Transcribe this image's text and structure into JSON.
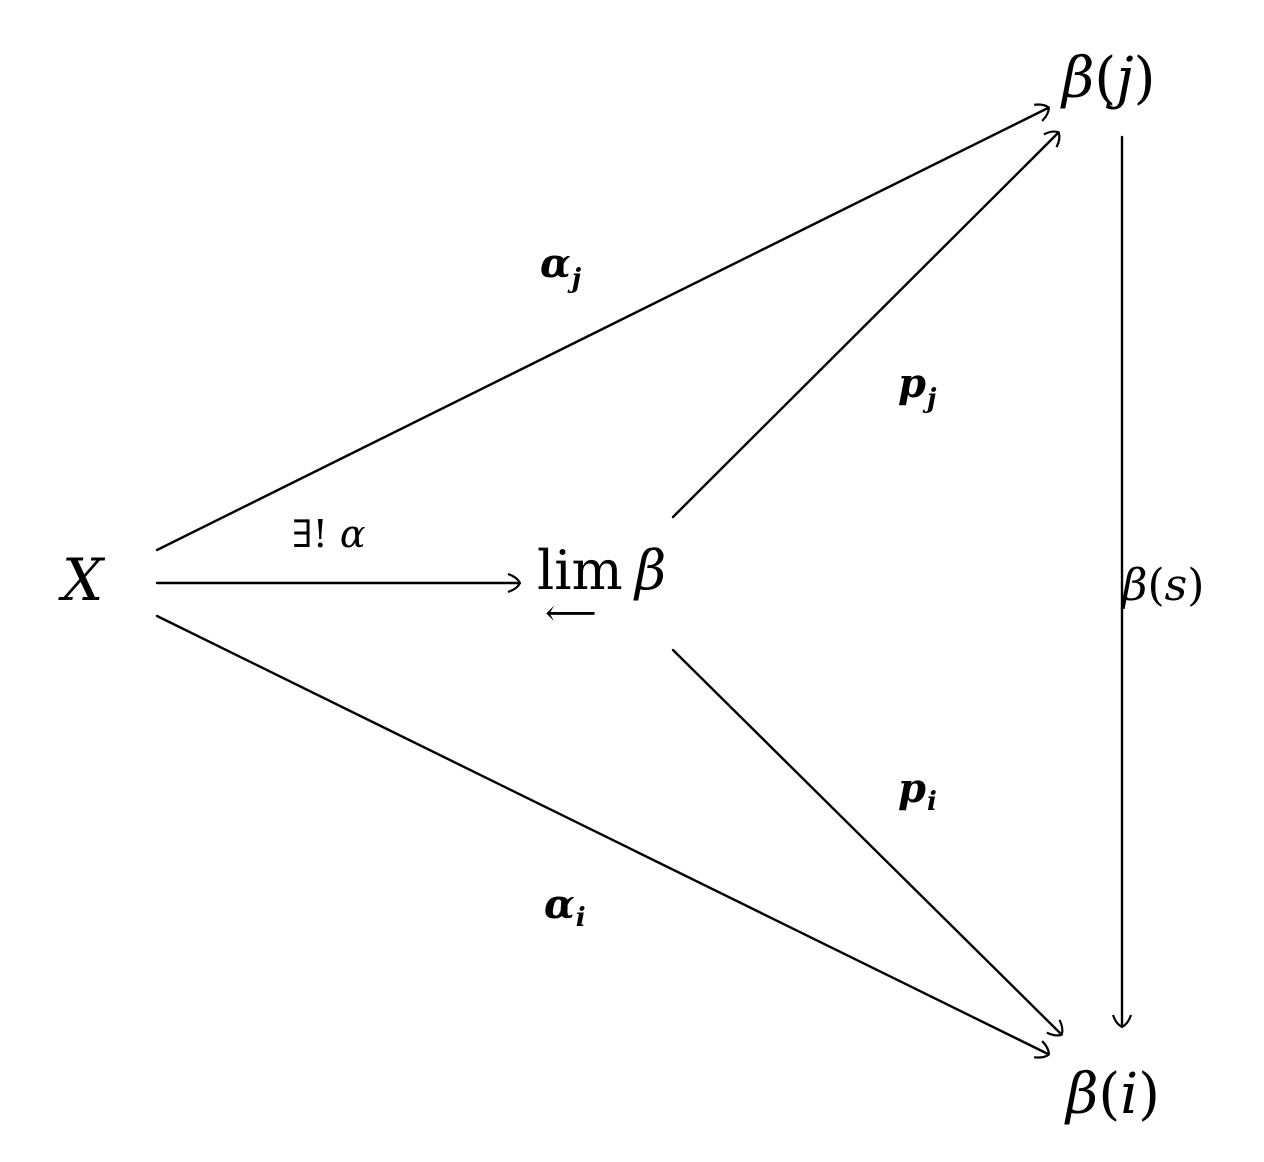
{
  "diagram": {
    "nodes": {
      "x": {
        "base": "X"
      },
      "lim": {
        "op": "lim",
        "arg": "β",
        "under": "⟵"
      },
      "bj": {
        "pre": "β",
        "open": "(",
        "arg": "j",
        "close": ")"
      },
      "bi": {
        "pre": "β",
        "open": "(",
        "arg": "i",
        "close": ")"
      }
    },
    "labels": {
      "alpha_j": {
        "base": "α",
        "sub": "j"
      },
      "alpha_i": {
        "base": "α",
        "sub": "i"
      },
      "p_j": {
        "base": "p",
        "sub": "j"
      },
      "p_i": {
        "base": "p",
        "sub": "i"
      },
      "exists_alpha": {
        "quant": "∃!",
        "base": "α"
      },
      "beta_s": {
        "pre": "β",
        "open": "(",
        "arg": "s",
        "close": ")"
      }
    }
  }
}
